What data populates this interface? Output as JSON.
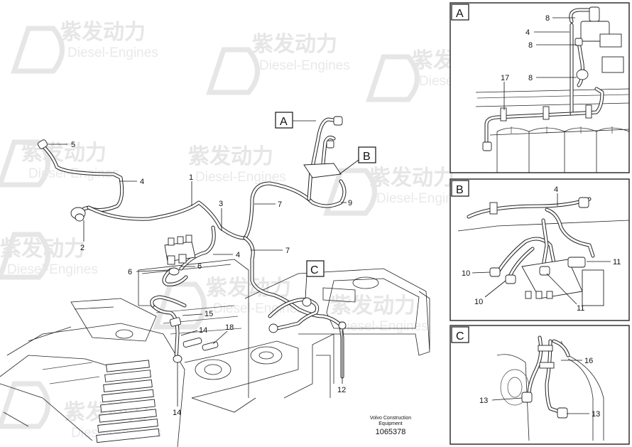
{
  "watermark": {
    "cn": "紫发动力",
    "en": "Diesel-Engines"
  },
  "callout_boxes": [
    "A",
    "B",
    "C"
  ],
  "main_labels": {
    "n1": "1",
    "n2": "2",
    "n3": "3",
    "n4a": "4",
    "n4b": "4",
    "n5": "5",
    "n6a": "6",
    "n6b": "6",
    "n7a": "7",
    "n7b": "7",
    "n9": "9",
    "n12": "12",
    "n14a": "14",
    "n14b": "14",
    "n15": "15",
    "n18": "18"
  },
  "detail_a": {
    "letter": "A",
    "labels": {
      "n8a": "8",
      "n4": "4",
      "n8b": "8",
      "n8c": "8",
      "n17": "17"
    }
  },
  "detail_b": {
    "letter": "B",
    "labels": {
      "n4": "4",
      "n11a": "11",
      "n10a": "10",
      "n10b": "10",
      "n11b": "11"
    }
  },
  "detail_c": {
    "letter": "C",
    "labels": {
      "n16": "16",
      "n13a": "13",
      "n13b": "13"
    }
  },
  "caption": {
    "line1": "Volvo Construction",
    "line2": "Equipment",
    "doc_number": "1065378"
  }
}
